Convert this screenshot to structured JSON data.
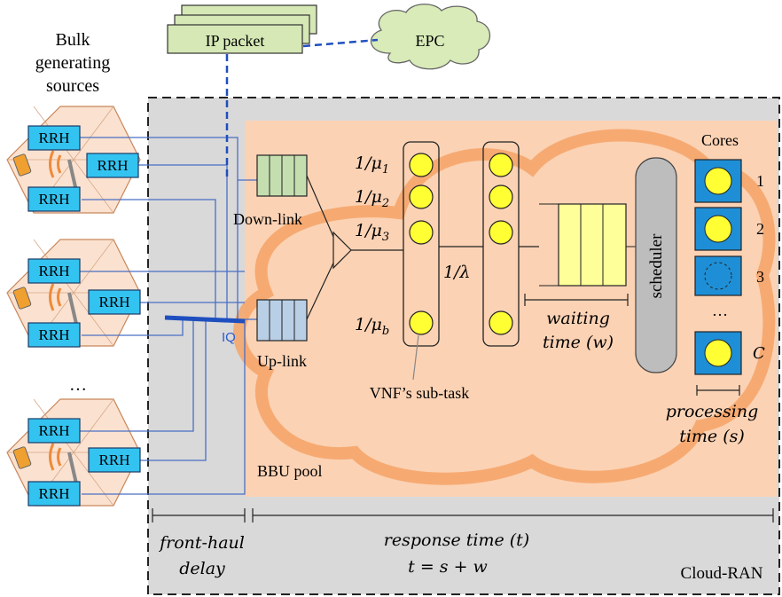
{
  "sources": {
    "title_line1": "Bulk",
    "title_line2": "generating",
    "title_line3": "sources",
    "ellipsis": "…",
    "rrh_label": "RRH"
  },
  "ip_packet": "IP packet",
  "epc": "EPC",
  "iq_label": "IQ",
  "downlink_label": "Down-link",
  "uplink_label": "Up-link",
  "rates": {
    "mu1": "1/μ",
    "mu1_sub": "1",
    "mu2": "1/μ",
    "mu2_sub": "2",
    "mu3": "1/μ",
    "mu3_sub": "3",
    "mub": "1/μ",
    "mub_sub": "b",
    "lambda": "1/λ"
  },
  "vnf_label": "VNF’s sub-task",
  "waiting_line1": "waiting",
  "waiting_line2": "time (w)",
  "scheduler_label": "scheduler",
  "cores": {
    "title": "Cores",
    "labels": [
      "1",
      "2",
      "3",
      "…",
      "C"
    ]
  },
  "processing_line1": "processing",
  "processing_line2": "time (s)",
  "bbu_pool_label": "BBU pool",
  "fronthaul_line1": "front-haul",
  "fronthaul_line2": "delay",
  "response_line1": "response time (t)",
  "response_line2": "t = s + w",
  "cloud_ran_label": "Cloud-RAN",
  "colors": {
    "cloud_ran_bg": "#d9d9d9",
    "bbu_bg": "#fbd2b4",
    "cloud_stroke": "#f4a366",
    "rrh_fill": "#33c3f0",
    "hex_fill": "#fbe2d0",
    "epc_fill": "#d8ebb8",
    "ip_fill": "#d5e8b5",
    "downlink_queue": "#c5deb0",
    "uplink_queue": "#b9cfe6",
    "yellow": "#ffff33",
    "core_fill": "#1e8fd6",
    "scheduler_fill": "#bdbdbd",
    "link_blue": "#4a6fc4",
    "iq_blue": "#1f4fbf"
  }
}
